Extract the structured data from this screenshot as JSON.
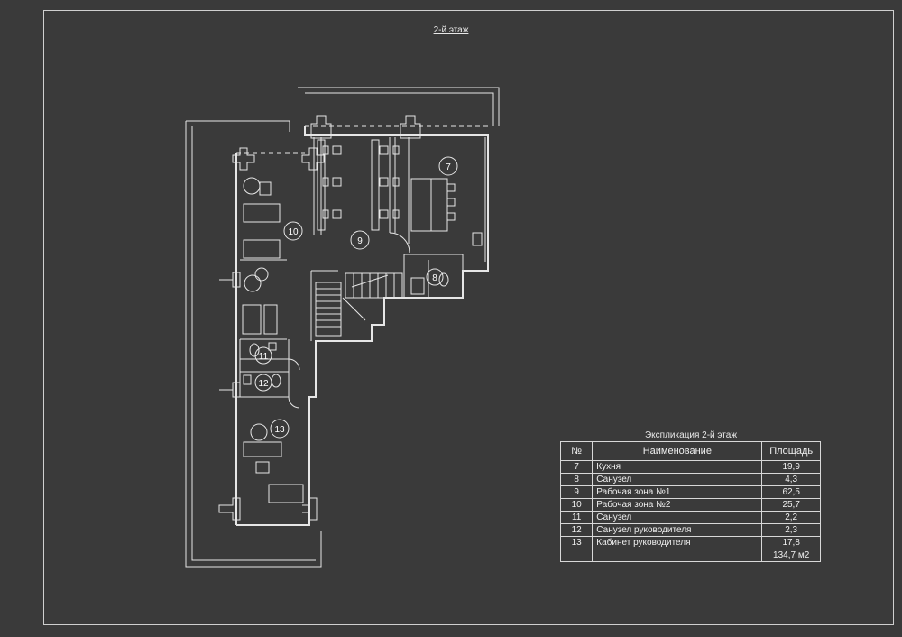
{
  "sheet_title": "2-й этаж",
  "room_labels": [
    "7",
    "8",
    "9",
    "10",
    "11",
    "12",
    "13"
  ],
  "legend": {
    "title": "Экспликация 2-й этаж",
    "headers": [
      "№",
      "Наименование",
      "Площадь"
    ],
    "rows": [
      {
        "num": "7",
        "name": "Кухня",
        "area": "19,9"
      },
      {
        "num": "8",
        "name": "Санузел",
        "area": "4,3"
      },
      {
        "num": "9",
        "name": "Рабочая зона №1",
        "area": "62,5"
      },
      {
        "num": "10",
        "name": "Рабочая зона №2",
        "area": "25,7"
      },
      {
        "num": "11",
        "name": "Санузел",
        "area": "2,2"
      },
      {
        "num": "12",
        "name": "Санузел руководителя",
        "area": "2,3"
      },
      {
        "num": "13",
        "name": "Кабинет руководителя",
        "area": "17,8"
      }
    ],
    "total": "134,7 м2"
  },
  "colors": {
    "background": "#3a3a3a",
    "lines": "#e6e6e6"
  }
}
